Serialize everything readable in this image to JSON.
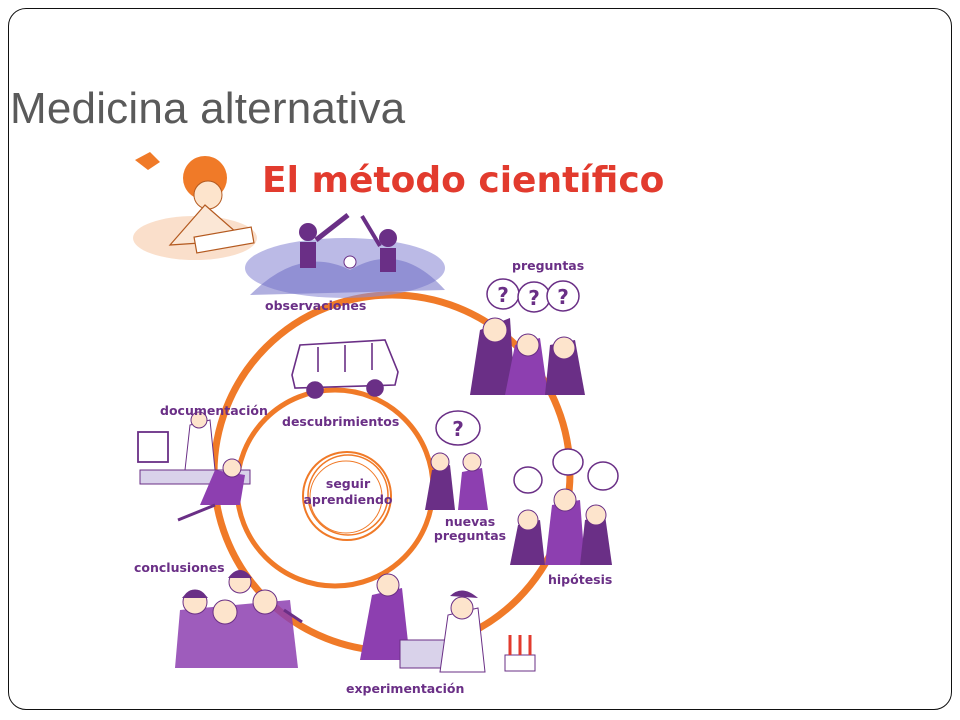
{
  "slide": {
    "title": "Medicina alternativa"
  },
  "diagram": {
    "title": "El método científico",
    "stages": {
      "observaciones": "observaciones",
      "preguntas": "preguntas",
      "hipotesis": "hipótesis",
      "experimentacion": "experimentación",
      "conclusiones": "conclusiones",
      "documentacion": "documentación",
      "descubrimientos": "descubrimientos",
      "nuevas_preguntas_1": "nuevas",
      "nuevas_preguntas_2": "preguntas",
      "center_1": "seguir",
      "center_2": "aprendiendo"
    },
    "colors": {
      "ring": "#f07a28",
      "accent": "#e23b2e",
      "figures": "#6a2f86"
    }
  }
}
